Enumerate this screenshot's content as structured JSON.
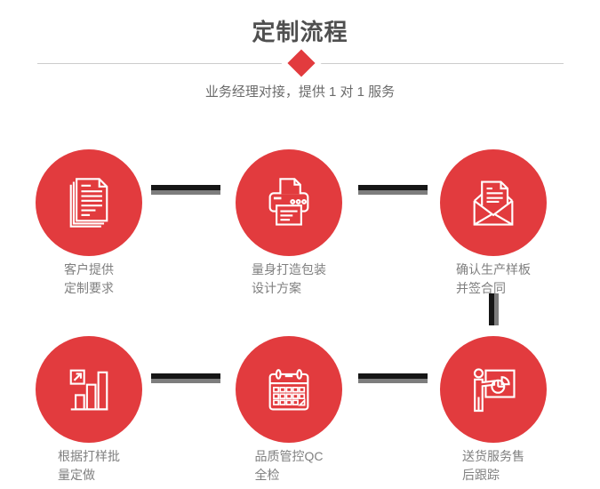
{
  "header": {
    "title": "定制流程",
    "subtitle": "业务经理对接，提供 1 对 1 服务"
  },
  "steps": [
    {
      "id": 1,
      "icon": "documents-stack-icon",
      "label": "客户提供\n定制要求"
    },
    {
      "id": 2,
      "icon": "printer-icon",
      "label": "量身打造包装\n设计方案"
    },
    {
      "id": 3,
      "icon": "envelope-letter-icon",
      "label": "确认生产样板\n并签合同"
    },
    {
      "id": 4,
      "icon": "bar-chart-growth-icon",
      "label": "根据打样批\n量定做"
    },
    {
      "id": 5,
      "icon": "calendar-icon",
      "label": "品质管控QC\n全检"
    },
    {
      "id": 6,
      "icon": "presenter-pie-chart-icon",
      "label": "送货服务售\n后跟踪"
    }
  ],
  "colors": {
    "accent_red": "#e23b3e",
    "title_text": "#4f4f4f",
    "subtitle_text": "#6b6b6b",
    "label_text": "#7f7f7f",
    "connector_dark": "#161616",
    "connector_shadow": "#7d7d7d",
    "divider_line": "#cccccc"
  }
}
